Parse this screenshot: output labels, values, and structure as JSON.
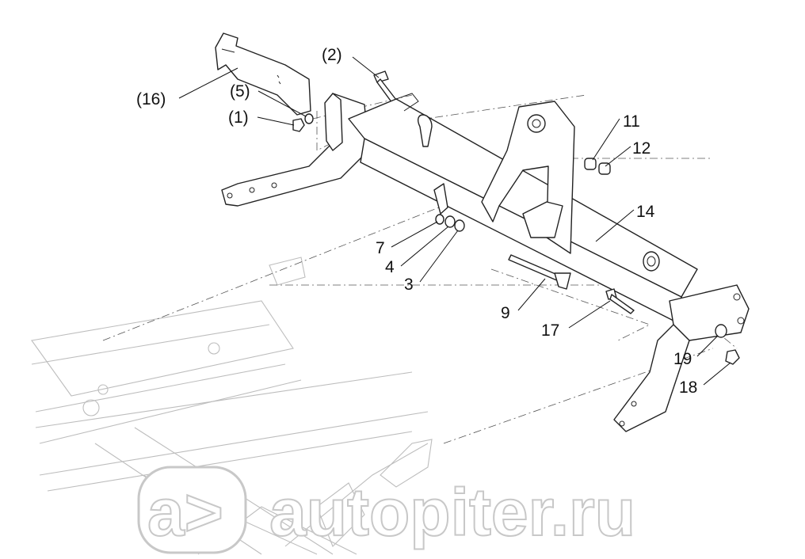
{
  "watermark": {
    "logo_text": "a>",
    "text": "autopiter.ru"
  },
  "labels": {
    "p2": "(2)",
    "p16": "(16)",
    "p5": "(5)",
    "p1": "(1)",
    "p11": "11",
    "p12": "12",
    "p14": "14",
    "p7": "7",
    "p4": "4",
    "p3": "3",
    "p9": "9",
    "p17": "17",
    "p19": "19",
    "p18": "18"
  }
}
